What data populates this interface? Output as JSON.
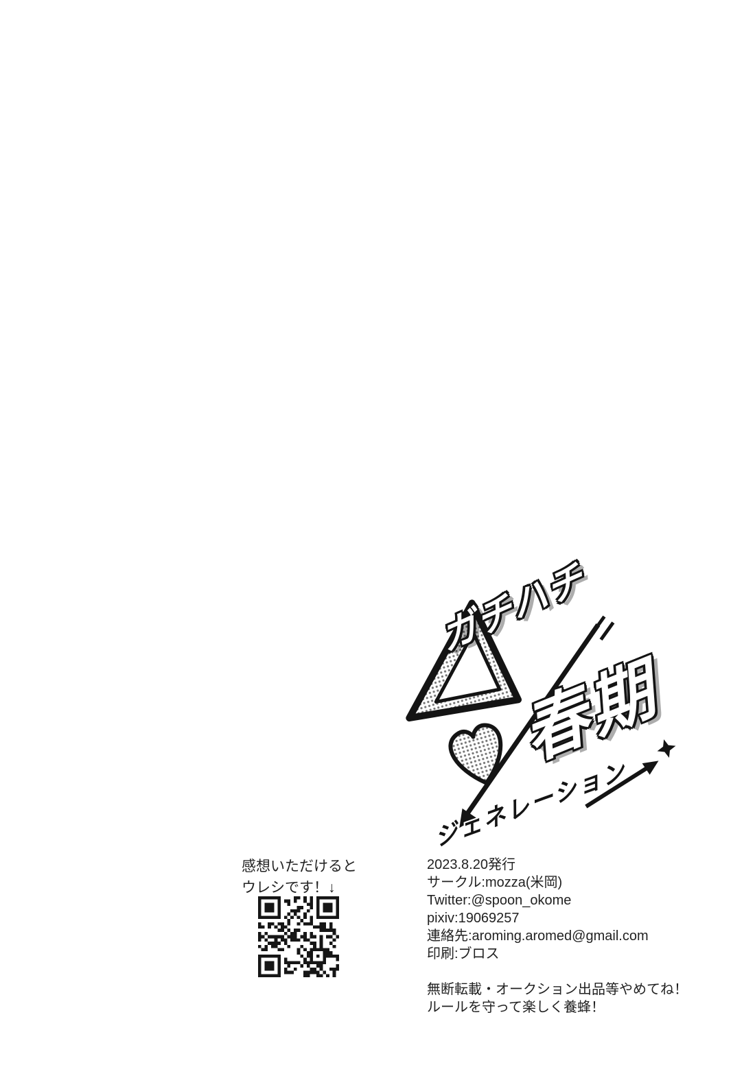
{
  "page": {
    "background": "#ffffff"
  },
  "logo": {
    "title_top": "ガチハチ",
    "title_main": "春期",
    "title_sub": "ジェネレーション",
    "motifs": [
      "triangle-motif",
      "heart-arrow-icon",
      "arrow-icon",
      "sparkle-icon"
    ],
    "ink_color": "#141414",
    "halftone_color": "#777777"
  },
  "feedback": {
    "line1": "感想いただけると",
    "line2": "ウレシです！↓",
    "qr_icon": "qr-code"
  },
  "colophon": {
    "lines": [
      "2023.8.20発行",
      "サークル:mozza(米岡)",
      "Twitter:@spoon_okome",
      "pixiv:19069257",
      "連絡先:aroming.aromed@gmail.com",
      "印刷:ブロス"
    ],
    "notice_lines": [
      "無断転載・オークション出品等やめてね！",
      "ルールを守って楽しく養蜂！"
    ]
  }
}
